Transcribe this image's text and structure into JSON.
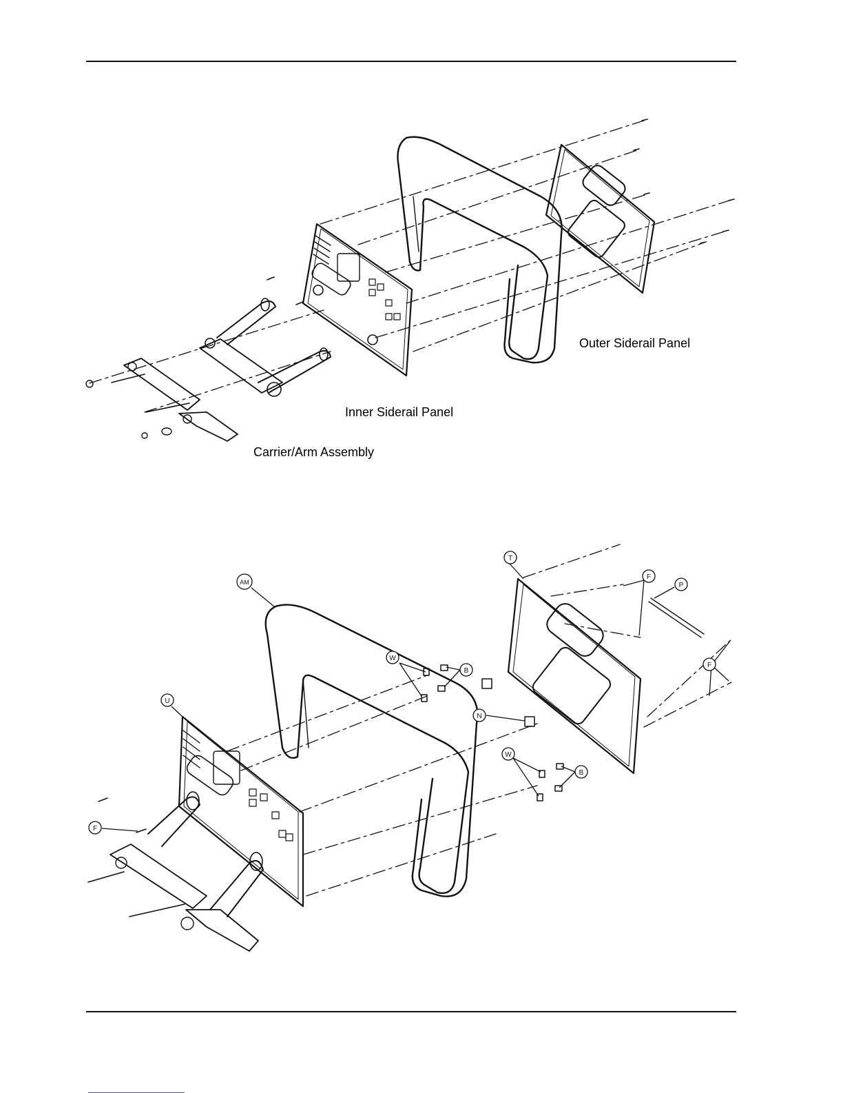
{
  "diagram_top": {
    "labels": {
      "outer_panel": "Outer Siderail Panel",
      "inner_panel": "Inner Siderail Panel",
      "carrier_arm": "Carrier/Arm Assembly"
    }
  },
  "diagram_bottom": {
    "callouts": {
      "t": "T",
      "am": "AM",
      "f_top": "F",
      "p": "P",
      "w_upper": "W",
      "b_upper": "B",
      "n": "N",
      "u": "U",
      "f_right": "F",
      "w_lower": "W",
      "b_lower": "B",
      "f_left": "F"
    }
  },
  "colors": {
    "line": "#111111",
    "footer_link": "#3a3aff"
  }
}
